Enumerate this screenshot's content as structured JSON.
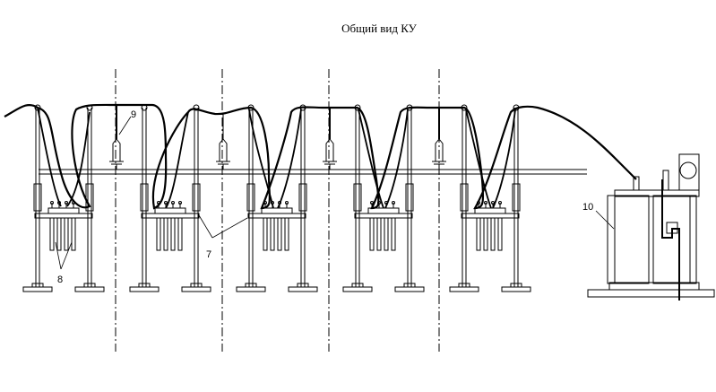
{
  "title": "Общий вид КУ",
  "callouts": {
    "c7": "7",
    "c8": "8",
    "c9": "9",
    "c10": "10"
  },
  "colors": {
    "ink": "#000000",
    "background": "#ffffff"
  }
}
